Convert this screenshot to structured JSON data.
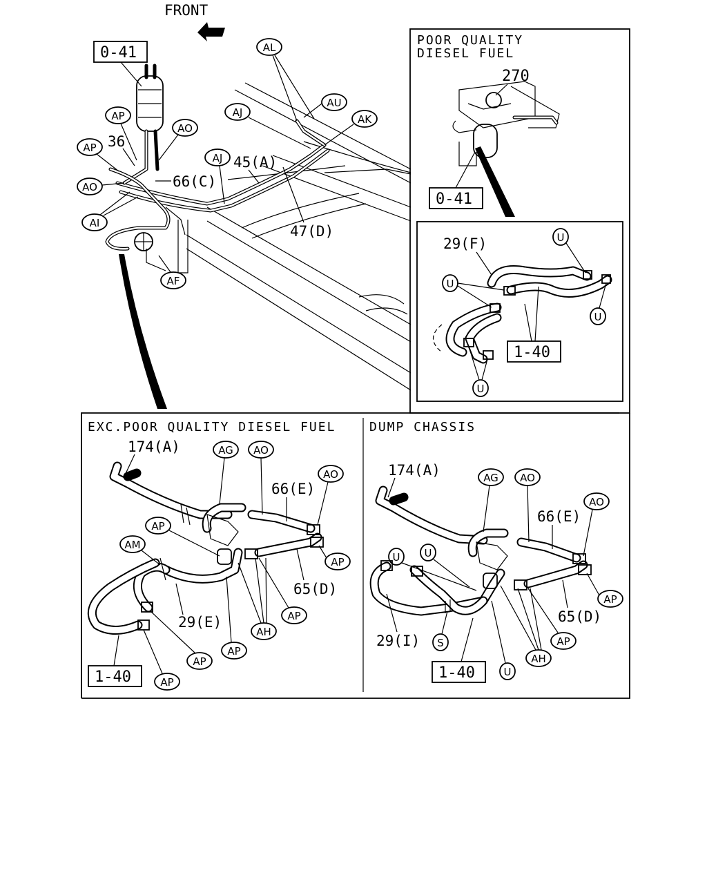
{
  "header": {
    "front_label": "FRONT"
  },
  "main_view": {
    "ref_box": "0-41",
    "bubbles": {
      "al": "AL",
      "au": "AU",
      "aj_top": "AJ",
      "ak": "AK",
      "ap_1": "AP",
      "ao_1": "AO",
      "aj_mid": "AJ",
      "ap_2": "AP",
      "ao_2": "AO",
      "ai": "AI",
      "af": "AF"
    },
    "labels": {
      "p36": "36",
      "p45a": "45(A)",
      "p66c": "66(C)",
      "p47d": "47(D)"
    }
  },
  "poor_quality_panel": {
    "title_line1": "POOR QUALITY",
    "title_line2": "DIESEL FUEL",
    "part_270": "270",
    "ref_box": "0-41"
  },
  "detail_panel": {
    "part_29f": "29(F)",
    "ref_box": "1-40",
    "bubbles": {
      "u1": "U",
      "u2": "U",
      "u3": "U",
      "u4": "U"
    }
  },
  "exc_panel": {
    "title": "EXC.POOR QUALITY DIESEL FUEL",
    "labels": {
      "p174a": "174(A)",
      "p66e": "66(E)",
      "p65d": "65(D)",
      "p29e": "29(E)"
    },
    "ref_box": "1-40",
    "bubbles": {
      "ag": "AG",
      "ao1": "AO",
      "ao2": "AO",
      "ap1": "AP",
      "am": "AM",
      "ap2": "AP",
      "ap3": "AP",
      "ah": "AH",
      "ap4": "AP",
      "ap5": "AP",
      "ap6": "AP"
    }
  },
  "dump_panel": {
    "title": "DUMP CHASSIS",
    "labels": {
      "p174a": "174(A)",
      "p66e": "66(E)",
      "p65d": "65(D)",
      "p29i": "29(I)"
    },
    "ref_box": "1-40",
    "bubbles": {
      "ag": "AG",
      "ao1": "AO",
      "ao2": "AO",
      "u1": "U",
      "u2": "U",
      "ap1": "AP",
      "s": "S",
      "ah": "AH",
      "ap2": "AP",
      "u3": "U"
    }
  }
}
